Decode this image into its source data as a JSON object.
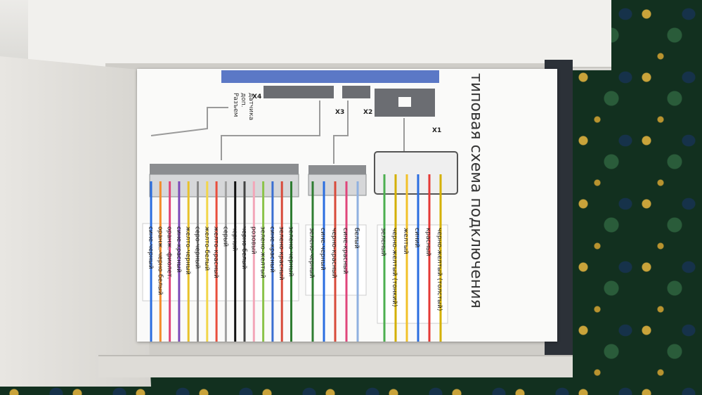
{
  "diagram": {
    "title": "типовая схема подключения",
    "connectors": {
      "x1": "X1",
      "x2": "X2",
      "x3": "X3",
      "x4": "X4"
    },
    "sensor_caption_line1": "Разъем",
    "sensor_caption_line2": "доп.",
    "sensor_caption_line3": "датчика",
    "x1_wires": [
      "зеленый",
      "черно-желтый (тонкий)",
      "желтый",
      "синий",
      "красный",
      "черно-желтый (толстый)"
    ],
    "x3_wires": [
      "зелено-черный",
      "сине-черный",
      "черно-красный",
      "сине-красный",
      "белый"
    ],
    "x4_wires": [
      "сине-черный",
      "оранж.-черно-белый",
      "оранж.-фиолет.",
      "сине-красный",
      "желто-черный",
      "серо-черный",
      "желто-белый",
      "желто-красный",
      "серый",
      "черный",
      "черно-белый",
      "розовый",
      "зелено-желтый",
      "сине-красный",
      "зелено-красный",
      "зелено-черный"
    ]
  },
  "colors": {
    "paper": "#fafaf9",
    "connector_body": "#6b6d72",
    "connector_blue": "#5b78c6",
    "box": "#e6e4e0"
  }
}
